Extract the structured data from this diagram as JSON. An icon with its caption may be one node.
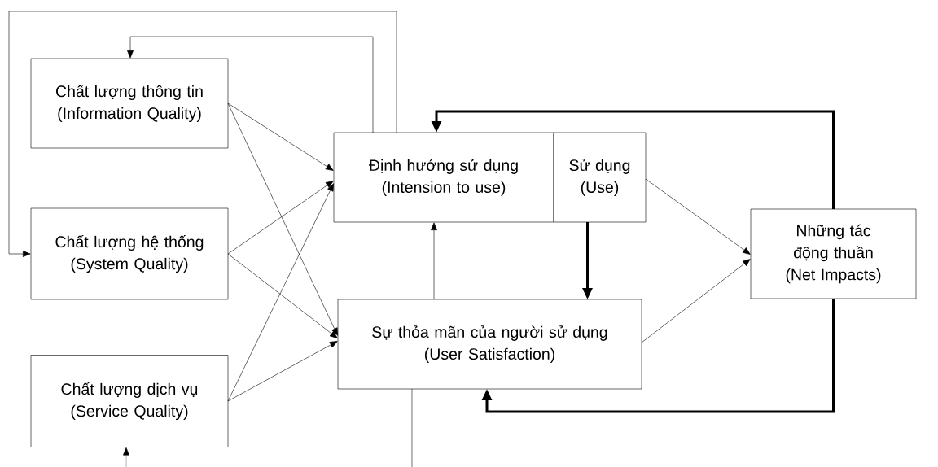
{
  "diagram": {
    "nodes": [
      {
        "text": [
          "Chất lượng thông tin",
          "(Information Quality)"
        ]
      },
      {
        "text": [
          "Chất lượng hệ thống",
          "(System Quality)"
        ]
      },
      {
        "text": [
          "Chất lượng dịch vụ",
          "(Service Quality)"
        ]
      },
      {
        "text": [
          "Định hướng sử dụng",
          "(Intension to use)"
        ]
      },
      {
        "text": [
          "Sử dụng",
          "(Use)"
        ]
      },
      {
        "text": [
          "Sự thỏa mãn của người sử dụng",
          "(User Satisfaction)"
        ]
      },
      {
        "text": [
          "Những tác động thuần",
          "(Net Impacts)"
        ]
      }
    ],
    "edges": [
      {
        "from": 0,
        "to": 3,
        "arrow": "to"
      },
      {
        "from": 0,
        "to": 5,
        "arrow": "to"
      },
      {
        "from": 1,
        "to": 3,
        "arrow": "to"
      },
      {
        "from": 1,
        "to": 5,
        "arrow": "to"
      },
      {
        "from": 2,
        "to": 3,
        "arrow": "to"
      },
      {
        "from": 2,
        "to": 5,
        "arrow": "to"
      },
      {
        "from": 3,
        "to": 0,
        "arrow": "to"
      },
      {
        "from": 3,
        "to": 1,
        "arrow": "to"
      },
      {
        "from": 4,
        "to": 6,
        "arrow": "to"
      },
      {
        "from": 4,
        "to": 5,
        "arrow": "to",
        "style": "thick"
      },
      {
        "from": 5,
        "to": 6,
        "arrow": "to"
      },
      {
        "from": 5,
        "to": 3,
        "arrow": "to"
      },
      {
        "from": 6,
        "to": 3,
        "arrow": "to",
        "style": "thick"
      },
      {
        "from": 6,
        "to": 5,
        "arrow": "to",
        "style": "thick"
      },
      {
        "from": 5,
        "to": null,
        "arrow": "none"
      },
      {
        "from": null,
        "to": 2,
        "arrow": "to"
      }
    ]
  }
}
